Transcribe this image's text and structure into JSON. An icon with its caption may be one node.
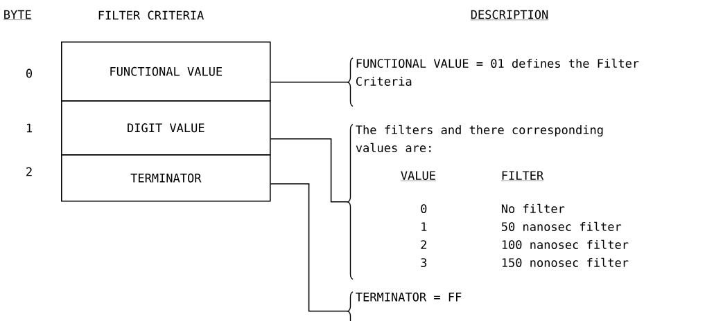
{
  "diagram": {
    "nodes": [
      {
        "text": [
          "FUNCTIONAL VALUE"
        ]
      },
      {
        "text": [
          "DIGIT VALUE"
        ]
      },
      {
        "text": [
          "TERMINATOR"
        ]
      },
      {
        "text": [
          "FUNCTIONAL VALUE = 01 defines the Filter Criteria"
        ]
      },
      {
        "text": [
          "The filters and there corresponding values are:",
          "VALUE",
          "FILTER",
          "0",
          "No filter",
          "1",
          "50 nanosec filter",
          "2",
          "100 nanosec filter",
          "3",
          "150 nonosec filter"
        ]
      },
      {
        "text": [
          "TERMINATOR = FF"
        ]
      }
    ],
    "edges": [
      {
        "from": 0,
        "to": 3,
        "arrow": "none"
      },
      {
        "from": 1,
        "to": 4,
        "arrow": "none"
      },
      {
        "from": 2,
        "to": 5,
        "arrow": "none"
      }
    ],
    "labels": [
      "BYTE",
      "FILTER CRITERIA",
      "DESCRIPTION",
      "0",
      "1",
      "2"
    ]
  }
}
